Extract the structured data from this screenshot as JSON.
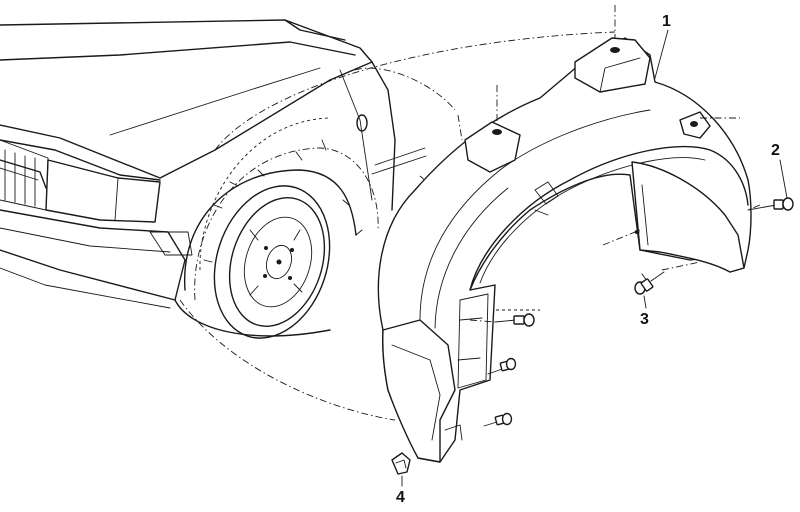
{
  "callouts": {
    "c1": "1",
    "c2": "2",
    "c3": "3",
    "c4": "4"
  },
  "icons": {
    "vehicle": "car-front-quarter-illustration",
    "liner": "wheel-arch-liner-part",
    "screw": "screw-icon",
    "clip": "clip-icon"
  },
  "colors": {
    "line": "#1a1a1a",
    "background": "#ffffff"
  }
}
